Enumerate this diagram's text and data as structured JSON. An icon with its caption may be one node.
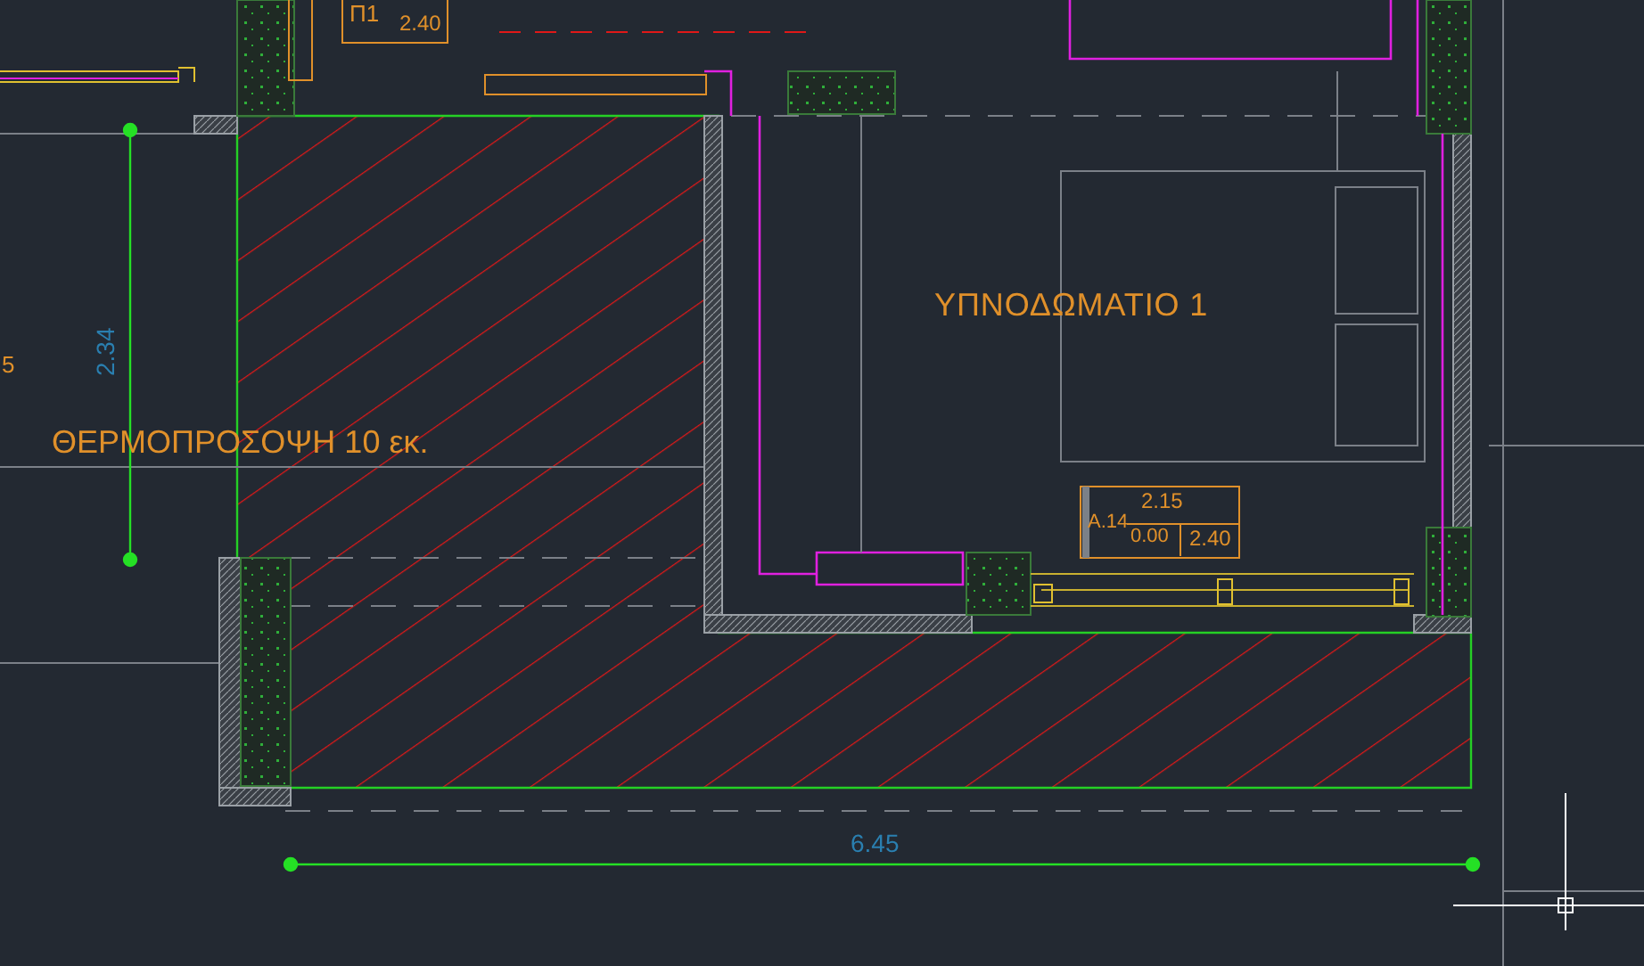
{
  "diagram": {
    "labels": [
      "Π1",
      "2.40",
      "ΥΠΝΟΔΩΜΑΤΙΟ 1",
      "5",
      "2.34",
      "ΘΕΡΜΟΠΡΟΣΟΨΗ 10 εκ.",
      "2.15",
      "A.14",
      "0.00",
      "2.40",
      "6.45"
    ]
  }
}
